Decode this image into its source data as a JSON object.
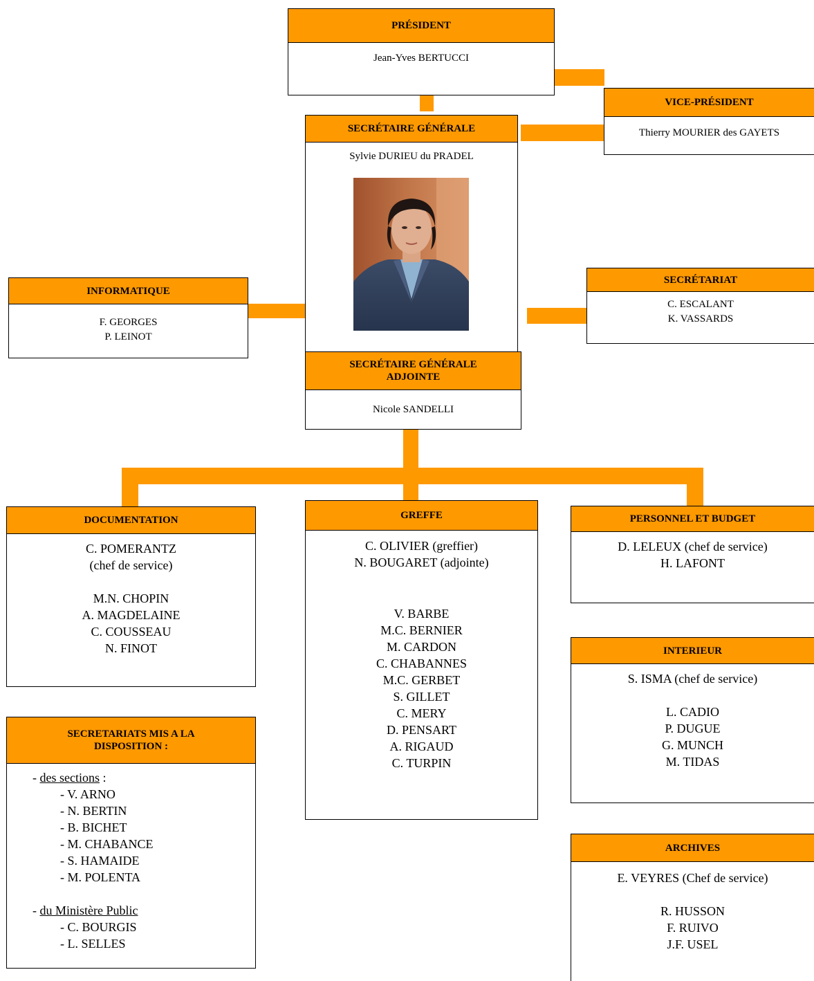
{
  "colors": {
    "accent": "#ff9900",
    "border": "#000000"
  },
  "president": {
    "title": "PRÉSIDENT",
    "name": "Jean-Yves BERTUCCI"
  },
  "vice_president": {
    "title": "VICE-PRÉSIDENT",
    "name": "Thierry MOURIER des GAYETS"
  },
  "secretaire_generale": {
    "title": "SECRÉTAIRE GÉNÉRALE",
    "name": "Sylvie DURIEU du PRADEL"
  },
  "informatique": {
    "title": "INFORMATIQUE",
    "members": [
      "F. GEORGES",
      "P. LEINOT"
    ]
  },
  "secretariat": {
    "title": "SECRÉTARIAT",
    "members": [
      "C. ESCALANT",
      "K. VASSARDS"
    ]
  },
  "adjointe": {
    "title_line1": "SECRÉTAIRE GÉNÉRALE",
    "title_line2": "ADJOINTE",
    "name": "Nicole SANDELLI"
  },
  "documentation": {
    "title": "DOCUMENTATION",
    "head_name": "C. POMERANTZ",
    "head_role": "(chef de service)",
    "members": [
      "M.N. CHOPIN",
      "A. MAGDELAINE",
      "C. COUSSEAU",
      "N. FINOT"
    ]
  },
  "greffe": {
    "title": "GREFFE",
    "heads": [
      "C. OLIVIER (greffier)",
      "N. BOUGARET (adjointe)"
    ],
    "members": [
      "V. BARBE",
      "M.C. BERNIER",
      "M. CARDON",
      "C. CHABANNES",
      "M.C. GERBET",
      "S. GILLET",
      "C. MERY",
      "D. PENSART",
      "A. RIGAUD",
      "C. TURPIN"
    ]
  },
  "personnel": {
    "title": "PERSONNEL ET BUDGET",
    "members": [
      "D. LELEUX (chef de service)",
      "H. LAFONT"
    ]
  },
  "interieur": {
    "title": "INTERIEUR",
    "head": "S. ISMA (chef de service)",
    "members": [
      "L. CADIO",
      "P. DUGUE",
      "G. MUNCH",
      "M. TIDAS"
    ]
  },
  "archives": {
    "title": "ARCHIVES",
    "head": "E. VEYRES (Chef de service)",
    "members": [
      "R. HUSSON",
      "F. RUIVO",
      "J.F. USEL"
    ]
  },
  "secretariats_mis": {
    "title_line1": "SECRETARIATS MIS A LA",
    "title_line2": "DISPOSITION :",
    "sections_prefix": "- ",
    "sections_label": "des sections",
    "sections_suffix": " :",
    "sections": [
      "- V. ARNO",
      "- N. BERTIN",
      "- B. BICHET",
      "- M. CHABANCE",
      "- S. HAMAIDE",
      "- M. POLENTA"
    ],
    "ministere_prefix": "- ",
    "ministere_label": "du Ministère Public",
    "ministere": [
      "- C. BOURGIS",
      "- L. SELLES"
    ]
  }
}
